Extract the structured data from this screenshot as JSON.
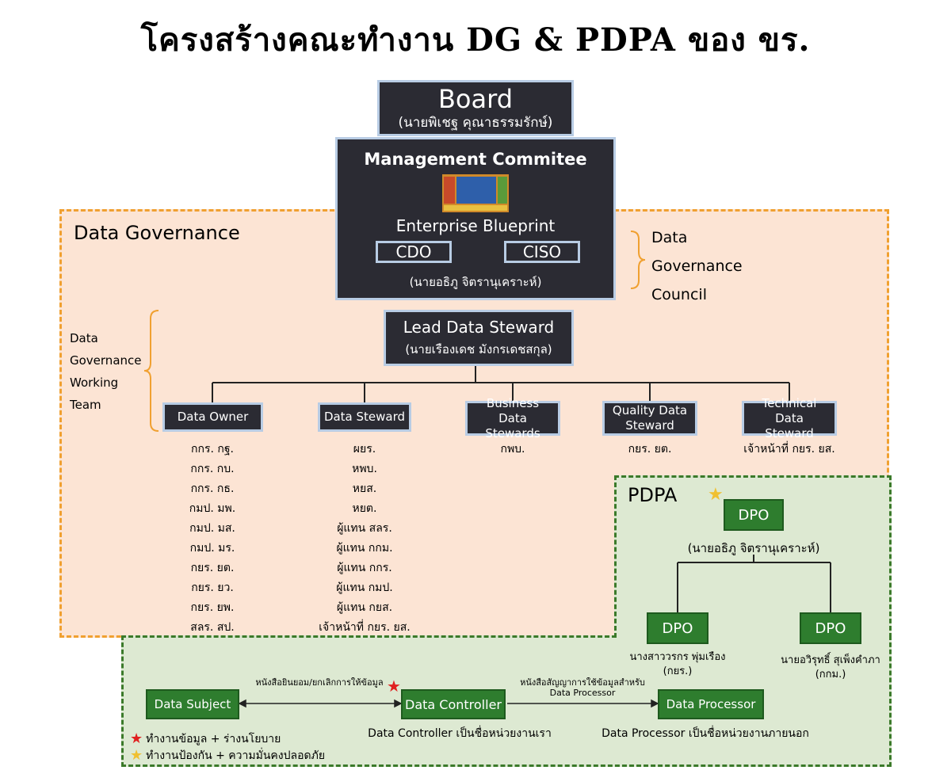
{
  "title": "โครงสร้างคณะทำงาน DG & PDPA ของ ขร.",
  "board": {
    "title": "Board",
    "person": "(นายพิเชฐ คุณาธรรมรักษ์)"
  },
  "management": {
    "title": "Management Commitee",
    "blueprint_label": "Enterprise Blueprint",
    "cdo": "CDO",
    "ciso": "CISO",
    "person": "(นายอธิภู จิตรานุเคราะห์)"
  },
  "dg_region": {
    "label": "Data Governance"
  },
  "council_label": [
    "Data",
    "Governance",
    "Council"
  ],
  "working_team_label": [
    "Data",
    "Governance",
    "Working",
    "Team"
  ],
  "lead_steward": {
    "title": "Lead Data Steward",
    "person": "(นายเรืองเดช มังกรเดชสกุล)"
  },
  "roles": [
    {
      "label": "Data Owner",
      "members": [
        "กกร. กฐ.",
        "กกร. กบ.",
        "กกร. กธ.",
        "กมป. มพ.",
        "กมป. มส.",
        "กมป. มร.",
        "กยร. ยต.",
        "กยร. ยว.",
        "กยร. ยพ.",
        "สลร. สป."
      ]
    },
    {
      "label": "Data Steward",
      "members": [
        "ผยร.",
        "หพบ.",
        "หยส.",
        "หยต.",
        "ผู้แทน สลร.",
        "ผู้แทน กกม.",
        "ผู้แทน กกร.",
        "ผู้แทน กมป.",
        "ผู้แทน กยส.",
        "เจ้าหน้าที่ กยร. ยส."
      ]
    },
    {
      "label": "Business Data Stewards",
      "members": [
        "กพบ."
      ]
    },
    {
      "label": "Quality Data Steward",
      "members": [
        "กยร. ยต."
      ]
    },
    {
      "label": "Technical Data Steward",
      "members": [
        "เจ้าหน้าที่ กยร. ยส."
      ]
    }
  ],
  "pdpa": {
    "label": "PDPA",
    "dpo_main": {
      "label": "DPO",
      "person": "(นายอธิภู จิตรานุเคราะห์)"
    },
    "dpo_left": {
      "label": "DPO",
      "person": "นางสาววรกร พุ่มเรือง",
      "unit": "(กยร.)"
    },
    "dpo_right": {
      "label": "DPO",
      "person": "นายอวิรุทธิ์ สุเพ็งคำภา",
      "unit": "(กกม.)"
    }
  },
  "flow": {
    "data_subject": "Data Subject",
    "data_controller": "Data Controller",
    "data_processor": "Data Processor",
    "consent_label": "หนังสือยินยอม/ยกเลิกการให้ข้อมูล",
    "agreement_label_1": "หนังสือสัญญาการใช้ข้อมูลสำหรับ",
    "agreement_label_2": "Data Processor",
    "controller_note": "Data Controller เป็นชื่อหน่วยงานเรา",
    "processor_note": "Data Processor เป็นชื่อหน่วยงานภายนอก"
  },
  "legend": {
    "red_star": "ทำงานข้อมูล + ร่างนโยบาย",
    "yellow_star": "ทำงานป้องกัน + ความมั่นคงปลอดภัย"
  },
  "colors": {
    "dark_box": "#2b2b33",
    "box_border": "#b8cce4",
    "dg_fill": "#fce4d4",
    "dg_border": "#f0a030",
    "pdpa_fill": "#dde9d2",
    "pdpa_border": "#3b7a2a",
    "green_box": "#2e7d2e",
    "red_star": "#e02020",
    "yellow_star": "#f0c030"
  }
}
